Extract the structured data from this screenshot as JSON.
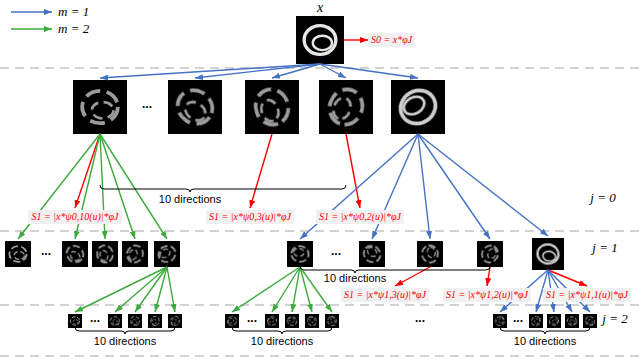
{
  "diagram": {
    "nodes": [
      {
        "text": [
          "x"
        ]
      },
      {
        "text": [
          "S0 = x*φJ"
        ]
      },
      {
        "text": [
          "S1 = |x*ψ0,10(u)|*φJ"
        ]
      },
      {
        "text": [
          "S1 = |x*ψ0,3(u)|*φJ"
        ]
      },
      {
        "text": [
          "S1 = |x*ψ0,2(u)|*φJ"
        ]
      },
      {
        "text": [
          "S1 = |x*ψ1,3(u)|*φJ"
        ]
      },
      {
        "text": [
          "S1 = |x*ψ1,2(u)|*φJ"
        ]
      },
      {
        "text": [
          "S1 = |x*ψ1,1(u)|*φJ"
        ]
      }
    ],
    "edges": [
      {
        "from": 0,
        "to": 1,
        "arrow": "to"
      }
    ],
    "labels": [
      "...",
      "10 directions",
      "j = 0",
      "...",
      "...",
      "j = 1",
      "10 directions",
      "...",
      "...",
      "...",
      "...",
      "j = 2",
      "10 directions",
      "10 directions",
      "10 directions"
    ],
    "legend": [
      {
        "text": "m = 1"
      },
      {
        "text": "m = 2"
      }
    ]
  }
}
